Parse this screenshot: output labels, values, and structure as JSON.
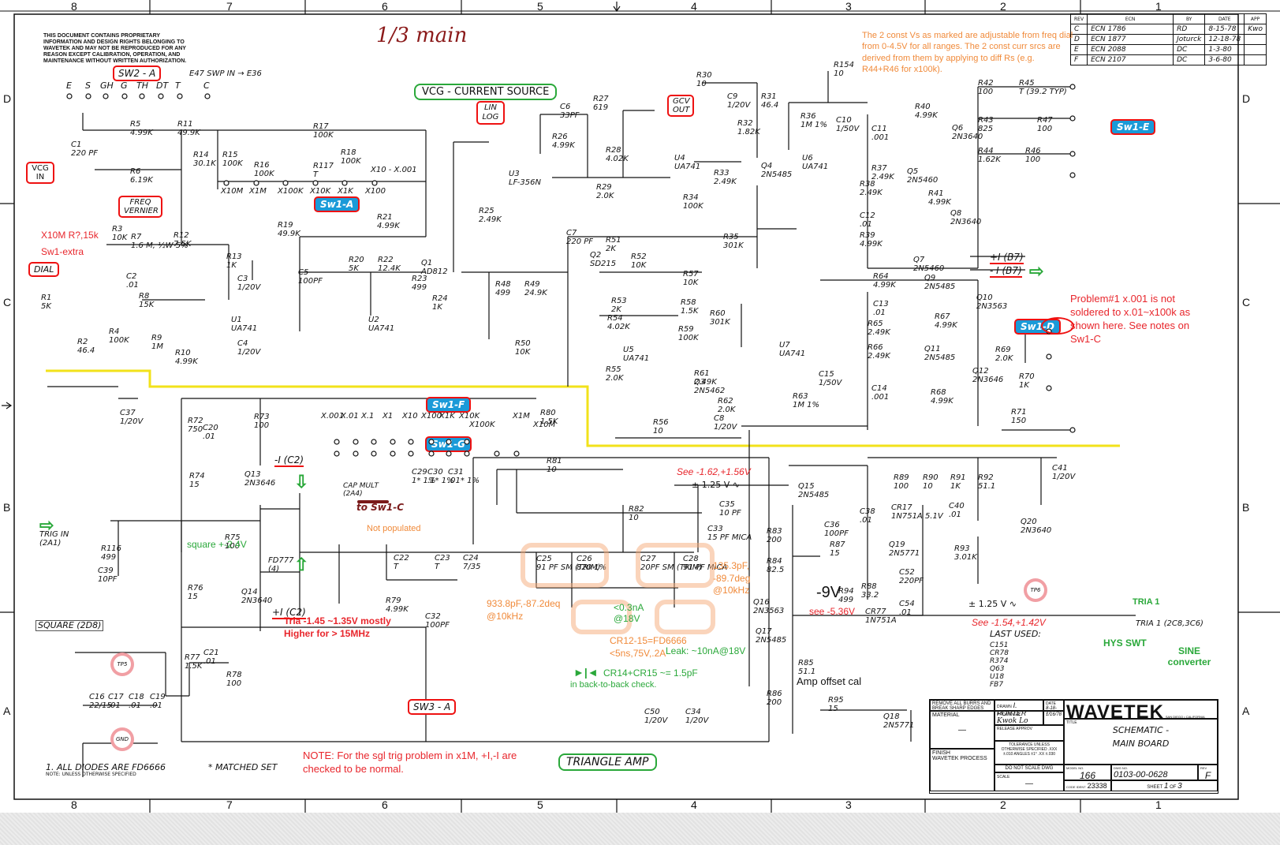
{
  "page_title": "1/3 main",
  "proprietary_notice": "THIS DOCUMENT CONTAINS PROPRIETARY INFORMATION AND DESIGN RIGHTS BELONGING TO WAVETEK AND MAY NOT BE REPRODUCED FOR ANY REASON EXCEPT CALIBRATION, OPERATION, AND MAINTENANCE WITHOUT WRITTEN AUTHORIZATION.",
  "grid": {
    "columns": [
      "8",
      "7",
      "6",
      "5",
      "4",
      "3",
      "2",
      "1"
    ],
    "rows": [
      "D",
      "C",
      "B",
      "A"
    ]
  },
  "revision_table": {
    "headers": [
      "REV",
      "ECN",
      "BY",
      "DATE",
      "APP"
    ],
    "rows": [
      [
        "C",
        "ECN 1786",
        "RD",
        "8-15-78",
        "Kwo"
      ],
      [
        "D",
        "ECN 1877",
        "Joturck",
        "12-18-78",
        ""
      ],
      [
        "E",
        "ECN 2088",
        "DC",
        "1-3-80",
        ""
      ],
      [
        "F",
        "ECN 2107",
        "DC",
        "3-6-80",
        ""
      ]
    ]
  },
  "tags": {
    "sw2a": "SW2 - A",
    "vcg_in": "VCG IN",
    "freq_vernier": "FREQ VERNIER",
    "dial": "DIAL",
    "lin_log": "LIN LOG",
    "gcv_out": "GCV OUT",
    "vcg_current_source": "VCG - CURRENT SOURCE",
    "sw1a": "Sw1-A",
    "sw1e": "Sw1-E",
    "sw1d": "Sw1-D",
    "sw1f": "Sw1-F",
    "sw1g": "Sw1-G",
    "sw3a": "SW3 - A",
    "triangle_amp": "TRIANGLE AMP",
    "to_sw1c": "to Sw1-C",
    "cap_mult": "CAP MULT (2A4)",
    "tp5": "TP5",
    "tp6": "TP6",
    "gnd": "GND",
    "square": "SQUARE (2D8)",
    "trig_in": "TRIG IN (2A1)",
    "tria1": "TRIA 1 (2C8,3C6)"
  },
  "annotations": {
    "const_vs_note": "The 2 const Vs  as marked are adjustable from freq dial from 0-4.5V for all ranges. The 2  const curr srcs are derived from them by applying to diff  Rs (e.g. R44+R46 for x100k).",
    "sw1_extra_label": "X10M  R?,15k",
    "sw1_extra": "Sw1-extra",
    "problem_note": "Problem#1 x.001 is not soldered to x.01~x100k as shown here. See notes on Sw1-C",
    "not_populated": "Not populated",
    "square_level": "square +-2.4V",
    "tria_level": "Tria -1.45 ~1.35V mostly Higher for > 15MHz",
    "c25_meas": "933.8pF,-87.2deq @10kHz",
    "c28_meas": "135.3pF, -89.7deg @10kHz",
    "leak_small": "<0.3nA @18V",
    "cr12_15": "CR12-15=FD6666 <5ns,75V,.2A",
    "leak": "Leak: ~10nA@18V",
    "cr14_cr15": "CR14+CR15 ~= 1.5pF",
    "back_to_back": "in back-to-back check.",
    "see_162": "See -1.62,+1.56V",
    "see_154": "See -1.54,+1.42V",
    "see_536": "see -5.36V",
    "minus9v": "-9V",
    "amp_offset": "Amp offset cal",
    "hys_swt": "HYS SWT",
    "sine_converter": "SINE converter",
    "sgl_trig_note": "NOTE: For the sgl trig problem in x1M, +I,-I are checked to be normal.",
    "plus_i_b7": "+I (B7)",
    "minus_i_b7": "- I (B7)",
    "minus_i_c2": "-I (C2)",
    "plus_i_c2": "+I (C2)",
    "amp_125": "± 1.25 V",
    "amp_125b": "± 1.25 V"
  },
  "switch_positions": {
    "sw2a": [
      "E",
      "S",
      "GH",
      "G",
      "TH",
      "DT",
      "T",
      "C"
    ],
    "sw1a": [
      "X10M",
      "X1M",
      "X100K",
      "X10K",
      "X1K",
      "X100",
      "X10 - X.001"
    ],
    "sw1f": [
      "X.001",
      "X.01",
      "X.1",
      "X1",
      "X10",
      "X100",
      "X1K",
      "X10K",
      "X100K",
      "X1M",
      "X10M"
    ]
  },
  "components": [
    {
      "ref": "C1",
      "value": "220 PF"
    },
    {
      "ref": "R5",
      "value": "4.99K"
    },
    {
      "ref": "R11",
      "value": "49.9K"
    },
    {
      "ref": "R14",
      "value": "30.1K"
    },
    {
      "ref": "R15",
      "value": "100K"
    },
    {
      "ref": "R16",
      "value": "100K"
    },
    {
      "ref": "R17",
      "value": "100K"
    },
    {
      "ref": "R117",
      "value": "T"
    },
    {
      "ref": "R18",
      "value": "100K"
    },
    {
      "ref": "R6",
      "value": "6.19K"
    },
    {
      "ref": "R3",
      "value": "10K"
    },
    {
      "ref": "R7",
      "value": "1.6 M, ½W 5%"
    },
    {
      "ref": "R12",
      "value": "7.5K"
    },
    {
      "ref": "R13",
      "value": "1K"
    },
    {
      "ref": "R19",
      "value": "49.9K"
    },
    {
      "ref": "R20",
      "value": "5K"
    },
    {
      "ref": "R21",
      "value": "4.99K"
    },
    {
      "ref": "R22",
      "value": "12.4K"
    },
    {
      "ref": "R23",
      "value": "499"
    },
    {
      "ref": "R24",
      "value": "1K"
    },
    {
      "ref": "Q1",
      "value": "AD812"
    },
    {
      "ref": "C5",
      "value": "100PF"
    },
    {
      "ref": "U2",
      "value": "UA741"
    },
    {
      "ref": "U1",
      "value": "UA741"
    },
    {
      "ref": "R1",
      "value": "5K"
    },
    {
      "ref": "R8",
      "value": "15K"
    },
    {
      "ref": "R4",
      "value": "100K"
    },
    {
      "ref": "R9",
      "value": "1M"
    },
    {
      "ref": "R2",
      "value": "46.4"
    },
    {
      "ref": "R10",
      "value": "4.99K"
    },
    {
      "ref": "C2",
      "value": ".01"
    },
    {
      "ref": "C3",
      "value": "1/20V"
    },
    {
      "ref": "C4",
      "value": "1/20V"
    },
    {
      "ref": "C6",
      "value": "33PF"
    },
    {
      "ref": "R26",
      "value": "4.99K"
    },
    {
      "ref": "U3",
      "value": "LF-356N"
    },
    {
      "ref": "R25",
      "value": "2.49K"
    },
    {
      "ref": "R27",
      "value": "619"
    },
    {
      "ref": "R28",
      "value": "4.02K"
    },
    {
      "ref": "R29",
      "value": "2.0K"
    },
    {
      "ref": "U4",
      "value": "UA741"
    },
    {
      "ref": "R30",
      "value": "10"
    },
    {
      "ref": "C9",
      "value": "1/20V"
    },
    {
      "ref": "R31",
      "value": "46.4"
    },
    {
      "ref": "R32",
      "value": "1.82K"
    },
    {
      "ref": "R33",
      "value": "2.49K"
    },
    {
      "ref": "R34",
      "value": "100K"
    },
    {
      "ref": "R35",
      "value": "301K"
    },
    {
      "ref": "Q4",
      "value": "2N5485"
    },
    {
      "ref": "R154",
      "value": "10"
    },
    {
      "ref": "U6",
      "value": "UA741"
    },
    {
      "ref": "R36",
      "value": "1M 1%"
    },
    {
      "ref": "C10",
      "value": "1/50V"
    },
    {
      "ref": "C11",
      "value": ".001"
    },
    {
      "ref": "R37",
      "value": "2.49K"
    },
    {
      "ref": "R38",
      "value": "2.49K"
    },
    {
      "ref": "C12",
      "value": ".01"
    },
    {
      "ref": "R39",
      "value": "4.99K"
    },
    {
      "ref": "R40",
      "value": "4.99K"
    },
    {
      "ref": "Q6",
      "value": "2N3640"
    },
    {
      "ref": "Q5",
      "value": "2N5460"
    },
    {
      "ref": "R41",
      "value": "4.99K"
    },
    {
      "ref": "Q8",
      "value": "2N3640"
    },
    {
      "ref": "Q7",
      "value": "2N5460"
    },
    {
      "ref": "R42",
      "value": "100"
    },
    {
      "ref": "R45",
      "value": "T (39.2 TYP)"
    },
    {
      "ref": "R43",
      "value": "825"
    },
    {
      "ref": "R47",
      "value": "100"
    },
    {
      "ref": "R44",
      "value": "1.62K"
    },
    {
      "ref": "R46",
      "value": "100"
    },
    {
      "ref": "C7",
      "value": "220 PF"
    },
    {
      "ref": "Q2",
      "value": "SD215"
    },
    {
      "ref": "R51",
      "value": "2K"
    },
    {
      "ref": "R52",
      "value": "10K"
    },
    {
      "ref": "R57",
      "value": "10K"
    },
    {
      "ref": "R53",
      "value": "2K"
    },
    {
      "ref": "R54",
      "value": "4.02K"
    },
    {
      "ref": "R58",
      "value": "1.5K"
    },
    {
      "ref": "R59",
      "value": "100K"
    },
    {
      "ref": "R60",
      "value": "301K"
    },
    {
      "ref": "U5",
      "value": "UA741"
    },
    {
      "ref": "R55",
      "value": "2.0K"
    },
    {
      "ref": "R61",
      "value": "2.49K"
    },
    {
      "ref": "Q3",
      "value": "2N5462"
    },
    {
      "ref": "R62",
      "value": "2.0K"
    },
    {
      "ref": "C8",
      "value": "1/20V"
    },
    {
      "ref": "R56",
      "value": "10"
    },
    {
      "ref": "R48",
      "value": "499"
    },
    {
      "ref": "R49",
      "value": "24.9K"
    },
    {
      "ref": "R50",
      "value": "10K"
    },
    {
      "ref": "R64",
      "value": "4.99K"
    },
    {
      "ref": "Q9",
      "value": "2N5485"
    },
    {
      "ref": "Q10",
      "value": "2N3563"
    },
    {
      "ref": "C13",
      "value": ".01"
    },
    {
      "ref": "R65",
      "value": "2.49K"
    },
    {
      "ref": "R67",
      "value": "4.99K"
    },
    {
      "ref": "U7",
      "value": "UA741"
    },
    {
      "ref": "R66",
      "value": "2.49K"
    },
    {
      "ref": "Q11",
      "value": "2N5485"
    },
    {
      "ref": "Q12",
      "value": "2N3646"
    },
    {
      "ref": "C14",
      "value": ".001"
    },
    {
      "ref": "R68",
      "value": "4.99K"
    },
    {
      "ref": "R63",
      "value": "1M 1%"
    },
    {
      "ref": "C15",
      "value": "1/50V"
    },
    {
      "ref": "R69",
      "value": "2.0K"
    },
    {
      "ref": "R70",
      "value": "1K"
    },
    {
      "ref": "R71",
      "value": "150"
    },
    {
      "ref": "C37",
      "value": "1/20V"
    },
    {
      "ref": "R72",
      "value": "750"
    },
    {
      "ref": "R73",
      "value": "100"
    },
    {
      "ref": "C20",
      "value": ".01"
    },
    {
      "ref": "R74",
      "value": "15"
    },
    {
      "ref": "Q13",
      "value": "2N3646"
    },
    {
      "ref": "R75",
      "value": "100"
    },
    {
      "ref": "R76",
      "value": "15"
    },
    {
      "ref": "Q14",
      "value": "2N3640"
    },
    {
      "ref": "FD777",
      "value": "(4)"
    },
    {
      "ref": "R116",
      "value": "499"
    },
    {
      "ref": "C39",
      "value": "10PF"
    },
    {
      "ref": "R77",
      "value": "1.5K"
    },
    {
      "ref": "R78",
      "value": "100"
    },
    {
      "ref": "C21",
      "value": ".01"
    },
    {
      "ref": "R79",
      "value": "4.99K"
    },
    {
      "ref": "C32",
      "value": "100PF"
    },
    {
      "ref": "R80",
      "value": "1.5K"
    },
    {
      "ref": "R81",
      "value": "10"
    },
    {
      "ref": "R82",
      "value": "10"
    },
    {
      "ref": "C29",
      "value": "1* 1%"
    },
    {
      "ref": "C30",
      "value": ".1* 1%"
    },
    {
      "ref": "C31",
      "value": ".01* 1%"
    },
    {
      "ref": "C22",
      "value": "T"
    },
    {
      "ref": "C23",
      "value": "T"
    },
    {
      "ref": "C24",
      "value": "7/35"
    },
    {
      "ref": "C25",
      "value": "91 PF SM (TRIM)"
    },
    {
      "ref": "C26",
      "value": "820 1%"
    },
    {
      "ref": "C27",
      "value": "20PF SM (TRIM)"
    },
    {
      "ref": "C28",
      "value": "91 PF MICA"
    },
    {
      "ref": "C33",
      "value": "15 PF MICA"
    },
    {
      "ref": "C35",
      "value": "10 PF"
    },
    {
      "ref": "Q15",
      "value": "2N5485"
    },
    {
      "ref": "C36",
      "value": "100PF"
    },
    {
      "ref": "R83",
      "value": "200"
    },
    {
      "ref": "R84",
      "value": "82.5"
    },
    {
      "ref": "R87",
      "value": "15"
    },
    {
      "ref": "Q16",
      "value": "2N3563"
    },
    {
      "ref": "Q17",
      "value": "2N5485"
    },
    {
      "ref": "R94",
      "value": "499"
    },
    {
      "ref": "R85",
      "value": "51.1"
    },
    {
      "ref": "R86",
      "value": "200"
    },
    {
      "ref": "R95",
      "value": "15"
    },
    {
      "ref": "Q18",
      "value": "2N5771"
    },
    {
      "ref": "R89",
      "value": "100"
    },
    {
      "ref": "R90",
      "value": "10"
    },
    {
      "ref": "R91",
      "value": "1K"
    },
    {
      "ref": "R92",
      "value": "51.1"
    },
    {
      "ref": "C38",
      "value": ".01"
    },
    {
      "ref": "CR17",
      "value": "1N751A 5.1V"
    },
    {
      "ref": "Q19",
      "value": "2N5771"
    },
    {
      "ref": "R88",
      "value": "33.2"
    },
    {
      "ref": "C52",
      "value": "220PF"
    },
    {
      "ref": "C54",
      "value": ".01"
    },
    {
      "ref": "CR77",
      "value": "1N751A"
    },
    {
      "ref": "C40",
      "value": ".01"
    },
    {
      "ref": "R93",
      "value": "3.01K"
    },
    {
      "ref": "Q20",
      "value": "2N3640"
    },
    {
      "ref": "C41",
      "value": "1/20V"
    },
    {
      "ref": "C50",
      "value": "1/20V"
    },
    {
      "ref": "C34",
      "value": "1/20V"
    },
    {
      "ref": "C16",
      "value": "22/15"
    },
    {
      "ref": "C17",
      "value": ".01"
    },
    {
      "ref": "C18",
      "value": ".01"
    },
    {
      "ref": "C19",
      "value": ".01"
    }
  ],
  "last_used": {
    "label": "LAST USED:",
    "items": [
      "C151",
      "CR78",
      "R374",
      "Q63",
      "U18",
      "FB7"
    ]
  },
  "footer_notes": {
    "note1": "1. ALL DIODES ARE FD6666",
    "note_sub": "NOTE: UNLESS OTHERWISE SPECIFIED",
    "matched": "* MATCHED SET"
  },
  "title_block": {
    "remove_burrs": "REMOVE ALL BURRS AND BREAK SHARP EDGES",
    "material_label": "MATERIAL",
    "material": "—",
    "finish_label": "FINISH",
    "finish": "WAVETEK PROCESS",
    "drawn_label": "DRAWN",
    "drawn_by": "I. PORTER",
    "date_label": "DATE",
    "drawn_date": "8-18-77",
    "engineer_label": "PROJ ENGR",
    "engineer": "Kwok Lo",
    "engineer_date": "1/16/78",
    "release_label": "RELEASE APPROV",
    "tolerance": "TOLERANCE UNLESS OTHERWISE SPECIFIED .XXX ±.010  ANGLES ±1° .XX ±.030",
    "do_not_scale": "DO NOT SCALE DWG",
    "scale_label": "SCALE",
    "scale": "—",
    "company": "WAVETEK",
    "location": "SAN DIEGO • CALIFORNIA",
    "title_label": "TITLE",
    "title_line1": "SCHEMATIC -",
    "title_line2": "MAIN BOARD",
    "model_label": "MODEL NO.",
    "model": "166",
    "dwg_label": "DWG NO.",
    "dwg_no": "0103-00-0628",
    "rev_label": "REV",
    "rev": "F",
    "code_label": "CODE IDENT",
    "code": "23338",
    "sheet_label": "SHEET",
    "sheet": "1",
    "of_label": "OF",
    "sheet_total": "3"
  },
  "colors": {
    "annotation_red": "#e8262c",
    "annotation_orange": "#f08a3a",
    "annotation_green": "#2aa83a",
    "switch_blue": "#1a9ad8",
    "title_red": "#8b1a1a",
    "highlight_yellow": "#f2e21a"
  }
}
